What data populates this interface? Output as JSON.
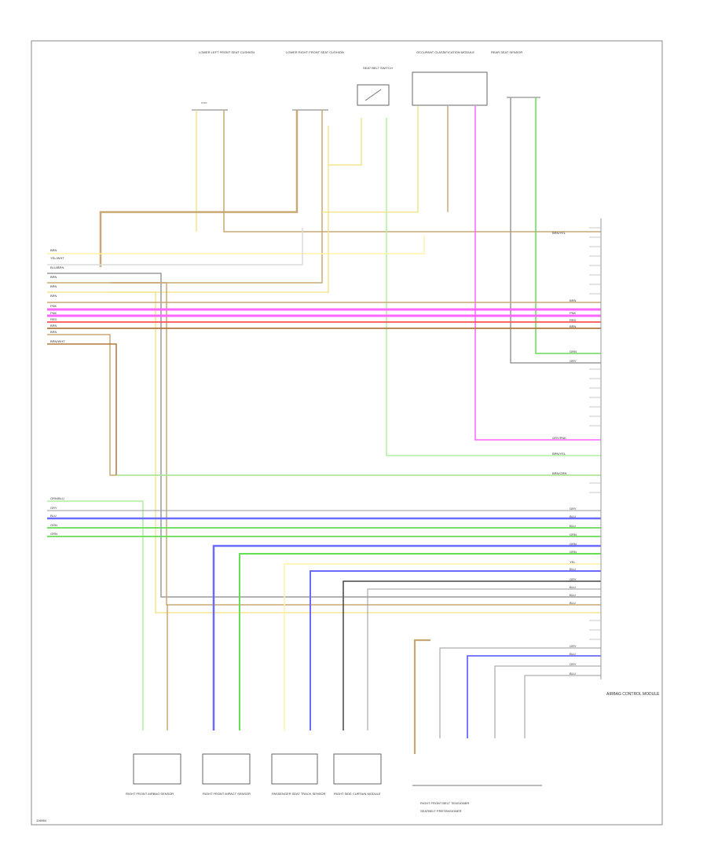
{
  "figure_id": "116864",
  "colors": {
    "frame": "#888888",
    "tan": "#c8a873",
    "yellow": "#f0e68c",
    "light_yellow": "#fff3a8",
    "gray": "#9a9a9a",
    "black": "#333333",
    "pink": "#ff66ff",
    "red": "#ff5050",
    "brown": "#b07a3a",
    "green": "#66dd55",
    "light_green": "#aef0a0",
    "blue": "#6a6aff",
    "violet": "#b888ff"
  },
  "top_components": [
    {
      "id": "lf",
      "label": "LOWER LEFT FRONT SEAT CUSHION"
    },
    {
      "id": "rf",
      "label": "LOWER RIGHT FRONT SEAT CUSHION"
    },
    {
      "id": "sw",
      "label": "SEAT BELT SWITCH"
    },
    {
      "id": "oc",
      "label": "OCCUPANT CLASSIFICATION MODULE"
    },
    {
      "id": "rr",
      "label": "REAR SEAT SENSOR"
    }
  ],
  "bottom_components": [
    {
      "id": "b1",
      "label": "RIGHT FRONT AIRBAG SENSOR"
    },
    {
      "id": "b2",
      "label": "RIGHT FRONT IMPACT SENSOR"
    },
    {
      "id": "b3",
      "label": "PASSENGER SEAT TRACK SENSOR"
    },
    {
      "id": "b4",
      "label": "RIGHT SIDE CURTAIN MODULE"
    },
    {
      "id": "b5",
      "label": "RIGHT FRONT BELT TENSIONER"
    },
    {
      "id": "b6",
      "label": "SEATBELT PRETENSIONER"
    }
  ],
  "control_module_label": "AIRBAG CONTROL MODULE",
  "left_wire_labels": [
    "BRN",
    "YEL/WHT",
    "BLU/BRN",
    "BRN",
    "BRN",
    "BRN",
    "PNK",
    "PNK",
    "RED",
    "BRN",
    "BRN",
    "BRN/WHT"
  ],
  "left_lower_labels": [
    "GRN/BLU",
    "GRY",
    "BLU",
    "GRN",
    "GRN"
  ],
  "right_wire_labels": [
    "BRN/YEL",
    "BRN",
    "PNK",
    "RED",
    "BRN",
    "GRN",
    "GRY",
    "GRY/PNK",
    "BRN/YEL",
    "BRN/GRN",
    "GRY",
    "BLU",
    "BLU",
    "GRN",
    "GRN",
    "GRN",
    "YEL",
    "BLU",
    "GRY",
    "BLU",
    "BLU",
    "BLU",
    "GRY",
    "BLU",
    "GRY",
    "BLU"
  ]
}
